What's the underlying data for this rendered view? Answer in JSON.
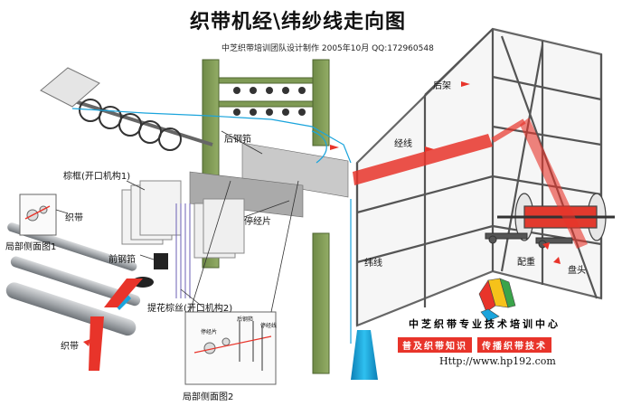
{
  "title": "织带机经\\纬纱线走向图",
  "subtitle": "中芝织带培训团队设计制作  2005年10月 QQ:172960548",
  "labels": {
    "heddle_frame": "棕框(开口机构1)",
    "back_reed": "后钢筘",
    "warp_stop": "停经片",
    "front_reed": "前钢筘",
    "jacquard_heddle": "提花棕丝(开口机构2)",
    "weft": "纬线",
    "warp": "经线",
    "back_frame": "后架",
    "weight": "配重",
    "beam_head": "盘头",
    "ribbon_top": "织带",
    "ribbon_bottom": "织带",
    "partial_side_1": "局部侧面图1",
    "partial_side_2": "局部侧面图2",
    "inset2_back_reed": "后钢筘",
    "inset2_warp_stop": "停经片",
    "inset2_stop_line": "停经线"
  },
  "branding": {
    "org_name": "中芝织带专业技术培训中心",
    "slogan_left": "普及织带知识",
    "slogan_right": "传播织带技术",
    "url": "Http://www.hp192.com"
  },
  "colors": {
    "frame_green": "#7f9a55",
    "warp_red": "#e8342a",
    "weft_blue": "#1aa4dc",
    "jacquard_purple": "#6b5fb5",
    "steel_gray": "#9aa0a6"
  }
}
